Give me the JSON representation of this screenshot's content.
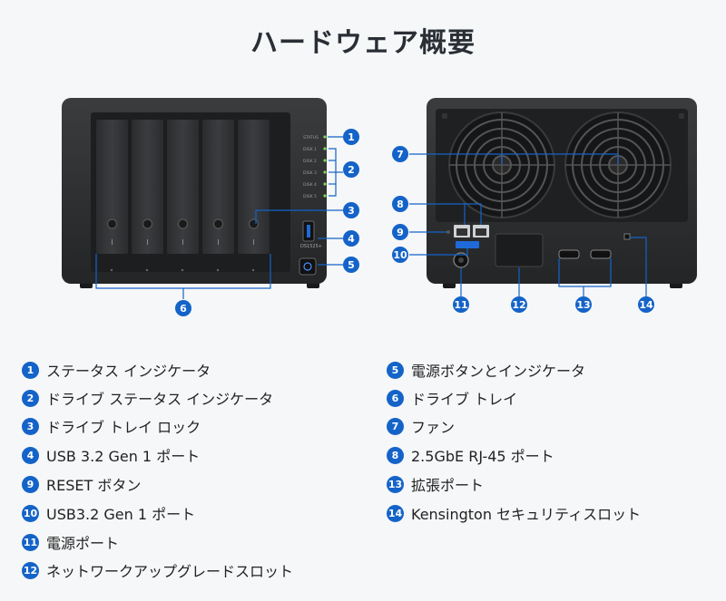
{
  "title": "ハードウェア概要",
  "colors": {
    "accent": "#1463c8",
    "device": "#2c2e30",
    "callout_line": "#1463c8"
  },
  "front_model_label": "DS1525+",
  "front_indicators": [
    "STATUS",
    "DISK 1",
    "DISK 2",
    "DISK 3",
    "DISK 4",
    "DISK 5"
  ],
  "callouts": [
    "1",
    "2",
    "3",
    "4",
    "5",
    "6",
    "7",
    "8",
    "9",
    "10",
    "11",
    "12",
    "13",
    "14"
  ],
  "legend_left": [
    {
      "num": "1",
      "label": "ステータス インジケータ"
    },
    {
      "num": "2",
      "label": "ドライブ ステータス インジケータ"
    },
    {
      "num": "3",
      "label": "ドライブ トレイ ロック"
    },
    {
      "num": "4",
      "label": "USB 3.2 Gen 1 ポート"
    },
    {
      "num": "9",
      "label": "RESET ボタン"
    },
    {
      "num": "10",
      "label": "USB3.2 Gen 1 ポート"
    },
    {
      "num": "11",
      "label": "電源ポート"
    },
    {
      "num": "12",
      "label": "ネットワークアップグレードスロット"
    }
  ],
  "legend_right": [
    {
      "num": "5",
      "label": "電源ボタンとインジケータ"
    },
    {
      "num": "6",
      "label": "ドライブ トレイ"
    },
    {
      "num": "7",
      "label": "ファン"
    },
    {
      "num": "8",
      "label": "2.5GbE RJ-45 ポート"
    },
    {
      "num": "13",
      "label": "拡張ポート"
    },
    {
      "num": "14",
      "label": "Kensington セキュリティスロット"
    }
  ]
}
